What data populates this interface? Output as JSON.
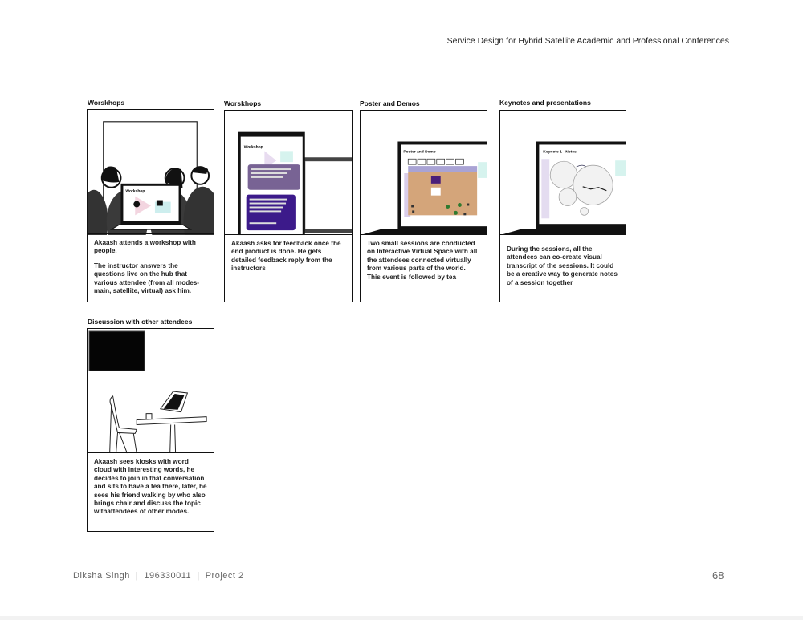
{
  "header": {
    "title": "Service Design for Hybrid Satellite Academic and Professional Conferences"
  },
  "footer": {
    "credit": "Diksha Singh  |  196330011  |  Project 2",
    "page_number": "68"
  },
  "panels": [
    {
      "title": "Worskhops",
      "screen_title": "Workshop",
      "caption": [
        "Akaash attends a workshop with people.",
        "The instructor answers the questions live on the hub that various attendee (from all modes- main, satellite, virtual) ask him."
      ]
    },
    {
      "title": "Worskhops",
      "screen_title": "Workshop",
      "caption": [
        "Akaash asks for feedback once the end product is done. He gets detailed feedback reply from the instructors"
      ]
    },
    {
      "title": "Poster and Demos",
      "screen_title": "Poster and Demo",
      "caption": [
        "Two small sessions are conducted on Interactive Virtual Space with all the attendees connected virtually from various parts of the world. This event is followed by tea"
      ]
    },
    {
      "title": "Keynotes and presentations",
      "screen_title": "Keynote 1 - Notes",
      "caption": [
        "During the sessions, all the attendees can co-create visual transcript of the sessions. It could be a creative way to generate notes of a session together"
      ]
    },
    {
      "title": "Discussion with other attendees",
      "caption": [
        "Akaash sees kiosks with word cloud with interesting words, he decides to join in that conversation and sits to have a tea there, later, he sees his friend walking by who also brings chair and discuss the topic withattendees of other modes."
      ]
    }
  ]
}
